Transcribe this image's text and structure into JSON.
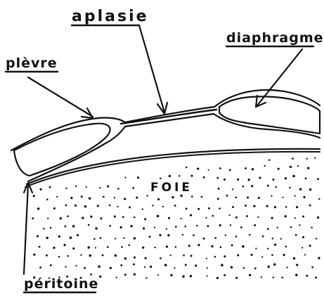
{
  "labels": {
    "aplasie": "aplasie",
    "diaphragme": "diaphragme",
    "plevre": "plèvre",
    "foie": "FOIE",
    "peritoine": "péritoine"
  },
  "colors": {
    "ink": "#111111",
    "paper": "#ffffff"
  }
}
